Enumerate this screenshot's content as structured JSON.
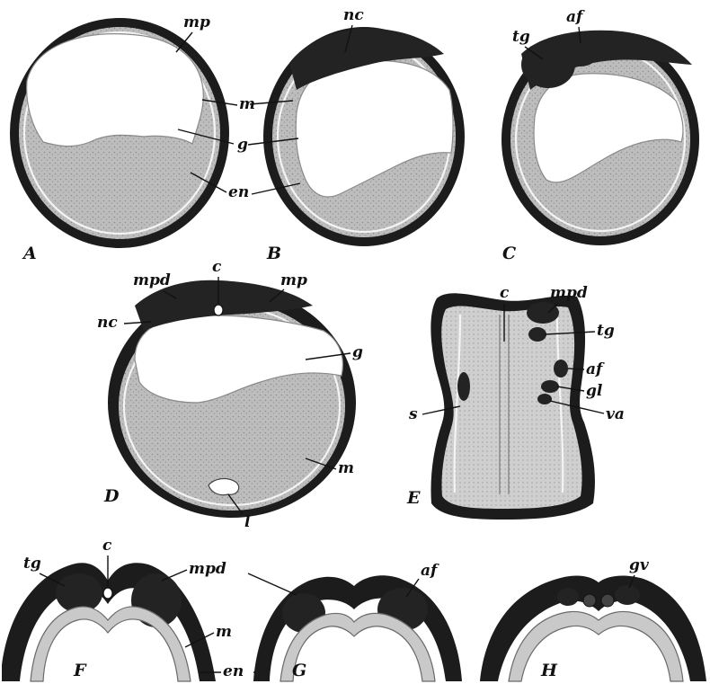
{
  "figure": {
    "panels": [
      "A",
      "B",
      "C",
      "D",
      "E",
      "F",
      "G",
      "H"
    ],
    "labels": {
      "A_mp": "mp",
      "A_m": "m",
      "A_g": "g",
      "A_en": "en",
      "B_nc": "nc",
      "C_tg": "tg",
      "C_af": "af",
      "D_mpd": "mpd",
      "D_c": "c",
      "D_mp": "mp",
      "D_nc": "nc",
      "D_g": "g",
      "D_m": "m",
      "D_l": "l",
      "E_c": "c",
      "E_mpd": "mpd",
      "E_tg": "tg",
      "E_af": "af",
      "E_gl": "gl",
      "E_va": "va",
      "E_s": "s",
      "F_tg": "tg",
      "F_c": "c",
      "F_mpd": "mpd",
      "F_m": "m",
      "F_en": "en",
      "G_af": "af",
      "H_gv": "gv"
    }
  }
}
